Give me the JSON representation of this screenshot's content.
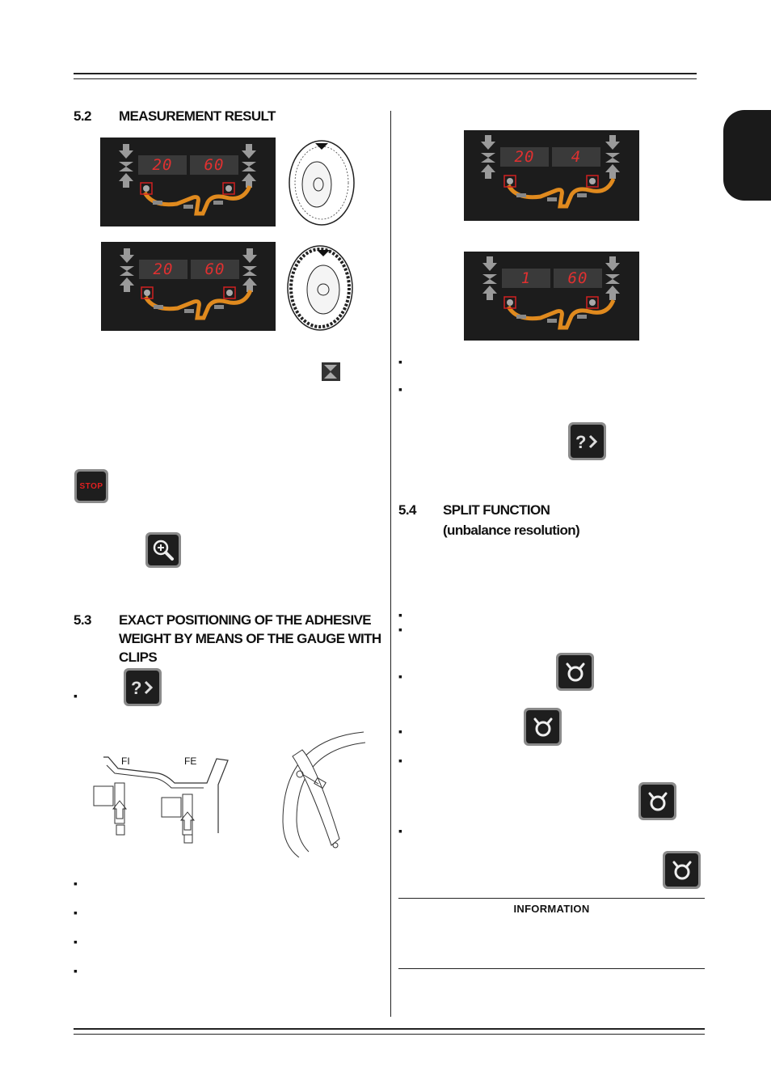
{
  "sections": {
    "s52": {
      "number": "5.2",
      "title": "MEASUREMENT RESULT"
    },
    "s53": {
      "number": "5.3",
      "title_line1": "EXACT POSITIONING OF THE ADHESIVE",
      "title_line2": "WEIGHT BY MEANS OF THE GAUGE WITH",
      "title_line3": "CLIPS"
    },
    "s54": {
      "number": "5.4",
      "title": "SPLIT FUNCTION",
      "subtitle": "(unbalance resolution)"
    }
  },
  "displays": {
    "panel1": {
      "left": "20",
      "right": "60"
    },
    "panel2": {
      "left": "20",
      "right": "60"
    },
    "panel3": {
      "left": "20",
      "right": "4"
    },
    "panel4": {
      "left": "1",
      "right": "60"
    }
  },
  "buttons": {
    "stop": "STOP",
    "help": "?",
    "zoom": "+",
    "split": "split"
  },
  "figure": {
    "fi": "FI",
    "fe": "FE"
  },
  "info": {
    "label": "INFORMATION"
  },
  "bullet": "▪",
  "colors": {
    "display_digits": "#e03030",
    "rim": "#e08a1e",
    "panel_bg": "#1c1c1c"
  }
}
